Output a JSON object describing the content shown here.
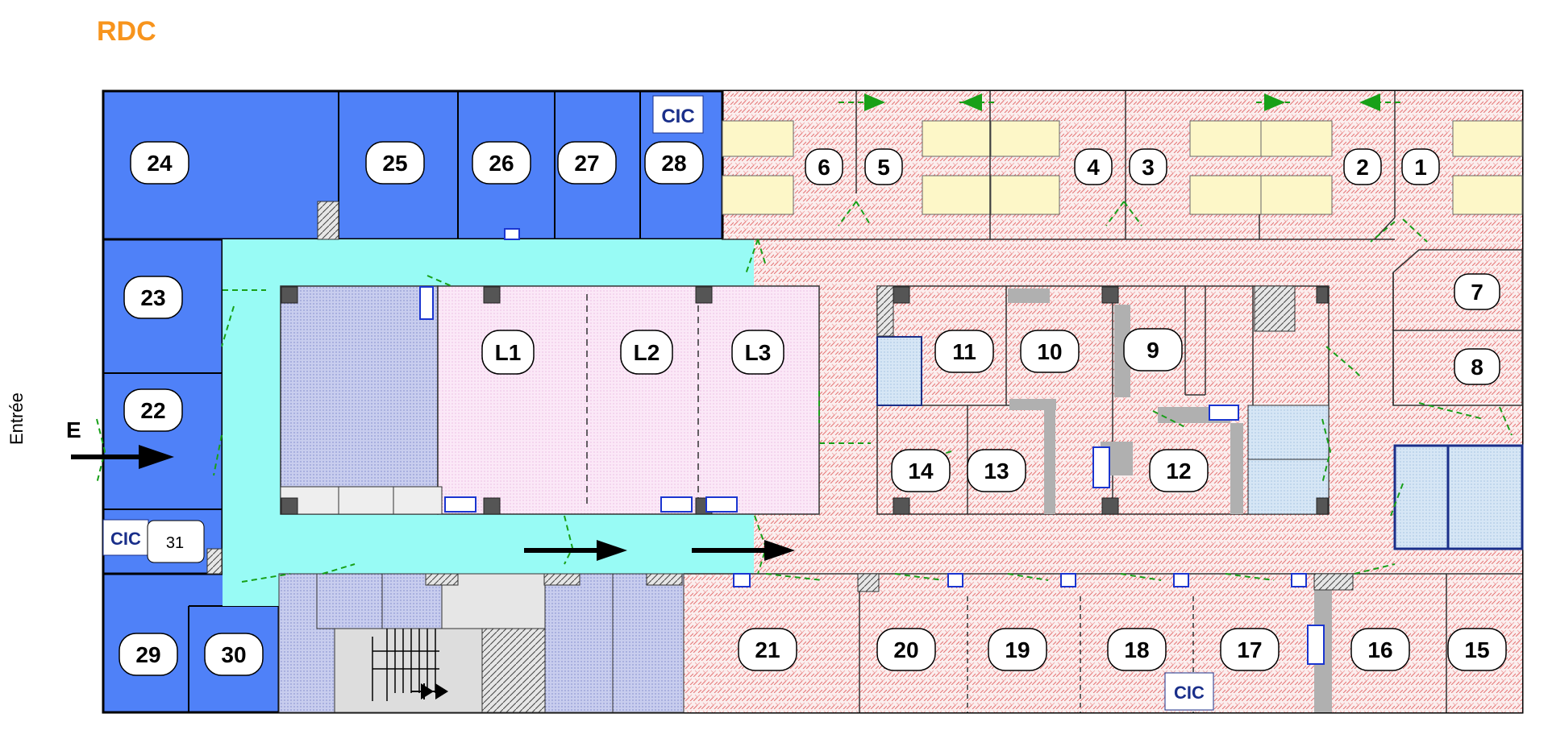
{
  "title": "RDC",
  "entrance": {
    "side_label": "Entrée",
    "letter": "E"
  },
  "colors": {
    "blue_zone": "#4f81f8",
    "cyan_corridor": "#98fbf5",
    "pink_zone": "#fbe8e8",
    "hatch_red": "#e55a5a",
    "desk_yellow": "#fdf7c8",
    "green_arrow": "#18a018",
    "title_orange": "#f7941d"
  },
  "rooms": {
    "r1": "1",
    "r2": "2",
    "r3": "3",
    "r4": "4",
    "r5": "5",
    "r6": "6",
    "r7": "7",
    "r8": "8",
    "r9": "9",
    "r10": "10",
    "r11": "11",
    "r12": "12",
    "r13": "13",
    "r14": "14",
    "r15": "15",
    "r16": "16",
    "r17": "17",
    "r18": "18",
    "r19": "19",
    "r20": "20",
    "r21": "21",
    "r22": "22",
    "r23": "23",
    "r24": "24",
    "r25": "25",
    "r26": "26",
    "r27": "27",
    "r28": "28",
    "r29": "29",
    "r30": "30",
    "r31": "31",
    "l1": "L1",
    "l2": "L2",
    "l3": "L3"
  },
  "logo": {
    "text": "CIC"
  }
}
